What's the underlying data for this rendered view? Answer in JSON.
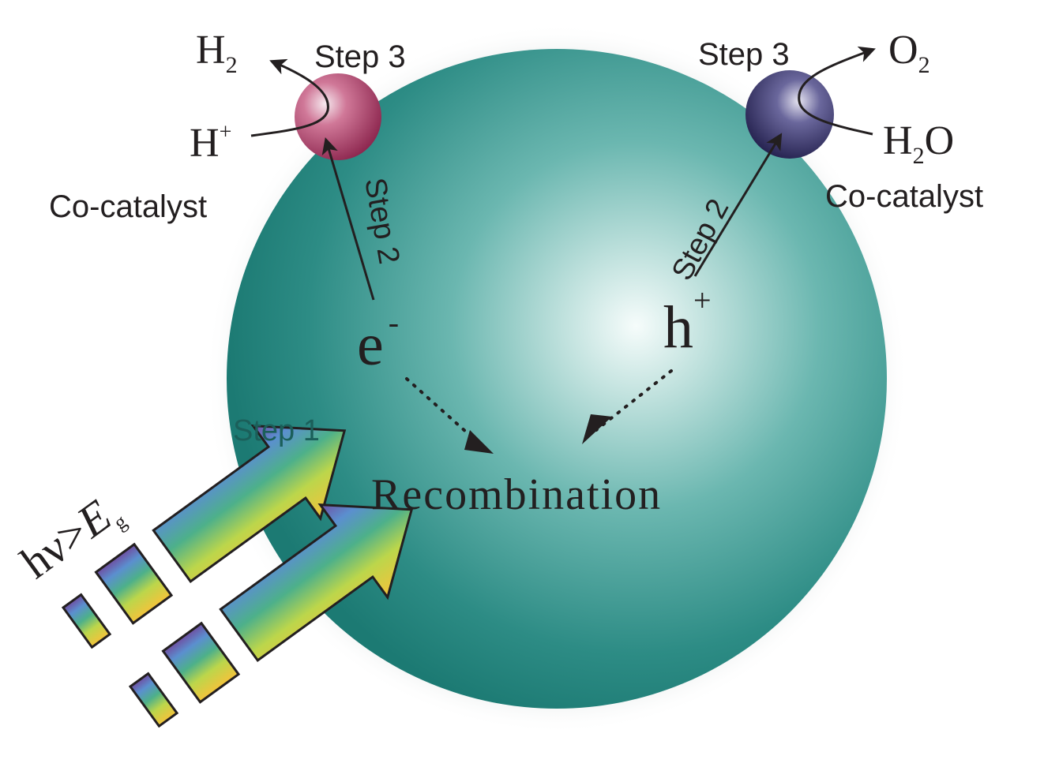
{
  "labels": {
    "step3_left": "Step 3",
    "step3_right": "Step 3",
    "h2": "H",
    "h2_sub": "2",
    "o2": "O",
    "o2_sub": "2",
    "h_plus": "H",
    "h_plus_sup": "+",
    "h2o_h": "H",
    "h2o_sub": "2",
    "h2o_o": "O",
    "cocatalyst_left": "Co-catalyst",
    "cocatalyst_right": "Co-catalyst",
    "step2_left": "Step 2",
    "step2_right": "Step 2",
    "electron": "e",
    "electron_sup": "-",
    "hole": "h",
    "hole_sup": "+",
    "step1": "Step 1",
    "recombination": "Recombination",
    "photon_hv": "hν>",
    "photon_E": "E",
    "photon_g": "g"
  },
  "colors": {
    "sphere_light": "#f4fbfa",
    "sphere_mid": "#5fb1aa",
    "sphere_dark": "#1f7f78",
    "cocatalyst_left": "#b8466e",
    "cocatalyst_right": "#3c3a6e",
    "text": "#231f20"
  }
}
